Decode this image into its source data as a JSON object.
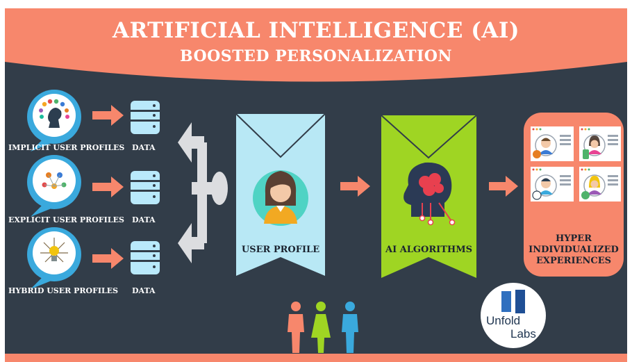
{
  "header": {
    "title_line1": "ARTIFICIAL INTELLIGENCE (AI)",
    "title_line2": "BOOSTED PERSONALIZATION"
  },
  "sources": [
    {
      "label": "IMPLICIT USER PROFILES",
      "data_label": "DATA",
      "icon": "person-head-icon"
    },
    {
      "label": "EXPLICIT USER PROFILES",
      "data_label": "DATA",
      "icon": "people-network-icon"
    },
    {
      "label": "HYBRID USER PROFILES",
      "data_label": "DATA",
      "icon": "lightbulb-icon"
    }
  ],
  "user_profile": {
    "label": "USER PROFILE",
    "icon": "woman-avatar-icon"
  },
  "ai_algorithms": {
    "label": "AI ALGORITHMS",
    "icon": "ai-brain-head-icon"
  },
  "experiences": {
    "label_line1": "HYPER",
    "label_line2": "INDIVIDUALIZED",
    "label_line3": "EXPERIENCES"
  },
  "brand": {
    "line1": "Unfold",
    "line2": "Labs"
  },
  "colors": {
    "header": "#f7876c",
    "background": "#323d49",
    "arrow": "#f7876c",
    "user_profile_banner": "#b8e8f5",
    "ai_banner": "#9fd523",
    "experience_panel": "#f7876c",
    "database": "#b9e9fb"
  }
}
